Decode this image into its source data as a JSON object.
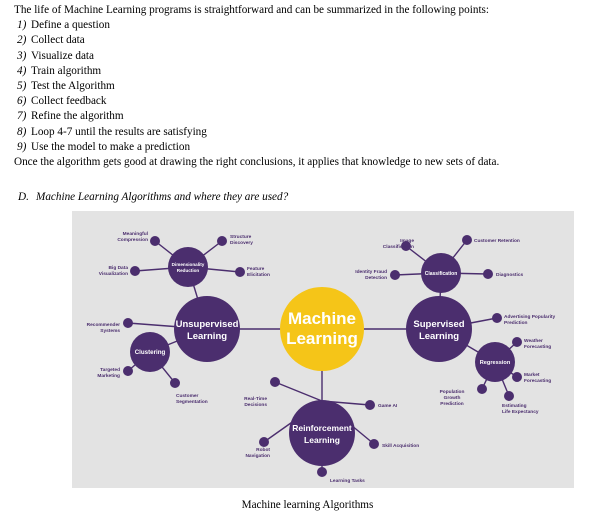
{
  "intro": "The life of Machine Learning programs is straightforward and can be summarized in the following points:",
  "steps": [
    {
      "num": "1)",
      "text": "Define a question"
    },
    {
      "num": "2)",
      "text": "Collect data"
    },
    {
      "num": "3)",
      "text": "Visualize data"
    },
    {
      "num": "4)",
      "text": "Train algorithm"
    },
    {
      "num": "5)",
      "text": "Test the Algorithm"
    },
    {
      "num": "6)",
      "text": "Collect feedback"
    },
    {
      "num": "7)",
      "text": "Refine the algorithm"
    },
    {
      "num": "8)",
      "text": "Loop 4-7 until the results are satisfying"
    },
    {
      "num": "9)",
      "text": "Use the model to make a prediction"
    }
  ],
  "outro": "Once the algorithm gets good at drawing the right conclusions, it applies that knowledge to new sets of data.",
  "section": {
    "letter": "D.",
    "title": "Machine Learning Algorithms and where they are used?"
  },
  "diagram": {
    "center": {
      "line1": "Machine",
      "line2": "Learning"
    },
    "hubs": {
      "unsupervised": {
        "line1": "Unsupervised",
        "line2": "Learning"
      },
      "supervised": {
        "line1": "Supervised",
        "line2": "Learning"
      },
      "reinforcement": {
        "line1": "Reinforcement",
        "line2": "Learning"
      }
    },
    "subhubs": {
      "dimensionality": {
        "line1": "Dimensionality",
        "line2": "Reduction"
      },
      "clustering": "Clustering",
      "classification": "Classification",
      "regression": "Regression"
    },
    "leaves": {
      "meaningful": {
        "line1": "Meaningful",
        "line2": "Compression"
      },
      "structure": {
        "line1": "Structure",
        "line2": "Discovery"
      },
      "bigdata": {
        "line1": "Big Data",
        "line2": "Visualization"
      },
      "feature": {
        "line1": "Feature",
        "line2": "Elicitation"
      },
      "recommender": {
        "line1": "Recommender",
        "line2": "Systems"
      },
      "targeted": {
        "line1": "Targeted",
        "line2": "Marketing"
      },
      "customerseg": {
        "line1": "Customer",
        "line2": "Segmentation"
      },
      "image": {
        "line1": "Image",
        "line2": "Classification"
      },
      "retention": "Customer Retention",
      "identity": {
        "line1": "Identity Fraud",
        "line2": "Detection"
      },
      "diagnostics": "Diagnostics",
      "advertising": {
        "line1": "Advertising Popularity",
        "line2": "Prediction"
      },
      "weather": {
        "line1": "Weather",
        "line2": "Forecasting"
      },
      "market": {
        "line1": "Market",
        "line2": "Forecasting"
      },
      "population": {
        "line1": "Population",
        "line2": "Growth",
        "line3": "Prediction"
      },
      "lifeexp": {
        "line1": "Estimating",
        "line2": "Life Expectancy"
      },
      "realtime": {
        "line1": "Real-Time",
        "line2": "Decisions"
      },
      "robot": {
        "line1": "Robot",
        "line2": "Navigation"
      },
      "gameai": "Game AI",
      "skill": "Skill Acquisition",
      "learningtasks": "Learning Tasks"
    },
    "colors": {
      "background": "#e3e3e3",
      "hub": "#4b2e6e",
      "center": "#f5c518",
      "line": "#4b2e6e"
    }
  },
  "caption": "Machine learning Algorithms"
}
